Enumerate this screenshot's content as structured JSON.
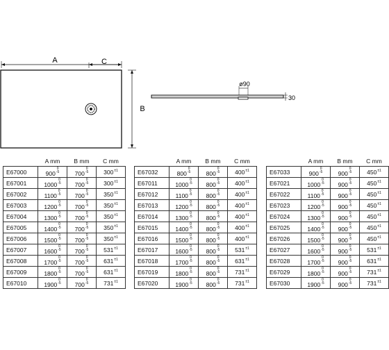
{
  "drawing": {
    "label_a": "A",
    "label_b": "B",
    "label_c": "C",
    "label_diameter": "ø90",
    "label_height": "30"
  },
  "headers": [
    "",
    "A mm",
    "B mm",
    "C mm"
  ],
  "tolerances": {
    "minus": "-5",
    "zero": "0",
    "plus": "±1"
  },
  "tables": [
    {
      "rows": [
        {
          "code": "E67000",
          "a": "900",
          "b": "700",
          "c": "300"
        },
        {
          "code": "E67001",
          "a": "1000",
          "b": "700",
          "c": "300"
        },
        {
          "code": "E67002",
          "a": "1100",
          "b": "700",
          "c": "350"
        },
        {
          "code": "E67003",
          "a": "1200",
          "b": "700",
          "c": "350"
        },
        {
          "code": "E67004",
          "a": "1300",
          "b": "700",
          "c": "350"
        },
        {
          "code": "E67005",
          "a": "1400",
          "b": "700",
          "c": "350"
        },
        {
          "code": "E67006",
          "a": "1500",
          "b": "700",
          "c": "350"
        },
        {
          "code": "E67007",
          "a": "1600",
          "b": "700",
          "c": "531"
        },
        {
          "code": "E67008",
          "a": "1700",
          "b": "700",
          "c": "631"
        },
        {
          "code": "E67009",
          "a": "1800",
          "b": "700",
          "c": "631"
        },
        {
          "code": "E67010",
          "a": "1900",
          "b": "700",
          "c": "731"
        }
      ]
    },
    {
      "rows": [
        {
          "code": "E67032",
          "a": "800",
          "b": "800",
          "c": "400"
        },
        {
          "code": "E67011",
          "a": "1000",
          "b": "800",
          "c": "400"
        },
        {
          "code": "E67012",
          "a": "1100",
          "b": "800",
          "c": "400"
        },
        {
          "code": "E67013",
          "a": "1200",
          "b": "800",
          "c": "400"
        },
        {
          "code": "E67014",
          "a": "1300",
          "b": "800",
          "c": "400"
        },
        {
          "code": "E67015",
          "a": "1400",
          "b": "800",
          "c": "400"
        },
        {
          "code": "E67016",
          "a": "1500",
          "b": "800",
          "c": "400"
        },
        {
          "code": "E67017",
          "a": "1600",
          "b": "800",
          "c": "531"
        },
        {
          "code": "E67018",
          "a": "1700",
          "b": "800",
          "c": "631"
        },
        {
          "code": "E67019",
          "a": "1800",
          "b": "800",
          "c": "731"
        },
        {
          "code": "E67020",
          "a": "1900",
          "b": "800",
          "c": "731"
        }
      ]
    },
    {
      "rows": [
        {
          "code": "E67033",
          "a": "900",
          "b": "900",
          "c": "450"
        },
        {
          "code": "E67021",
          "a": "1000",
          "b": "900",
          "c": "450"
        },
        {
          "code": "E67022",
          "a": "1100",
          "b": "900",
          "c": "450"
        },
        {
          "code": "E67023",
          "a": "1200",
          "b": "900",
          "c": "450"
        },
        {
          "code": "E67024",
          "a": "1300",
          "b": "900",
          "c": "450"
        },
        {
          "code": "E67025",
          "a": "1400",
          "b": "900",
          "c": "450"
        },
        {
          "code": "E67026",
          "a": "1500",
          "b": "900",
          "c": "450"
        },
        {
          "code": "E67027",
          "a": "1600",
          "b": "900",
          "c": "531"
        },
        {
          "code": "E67028",
          "a": "1700",
          "b": "900",
          "c": "631"
        },
        {
          "code": "E67029",
          "a": "1800",
          "b": "900",
          "c": "731"
        },
        {
          "code": "E67030",
          "a": "1900",
          "b": "900",
          "c": "731"
        }
      ]
    }
  ]
}
